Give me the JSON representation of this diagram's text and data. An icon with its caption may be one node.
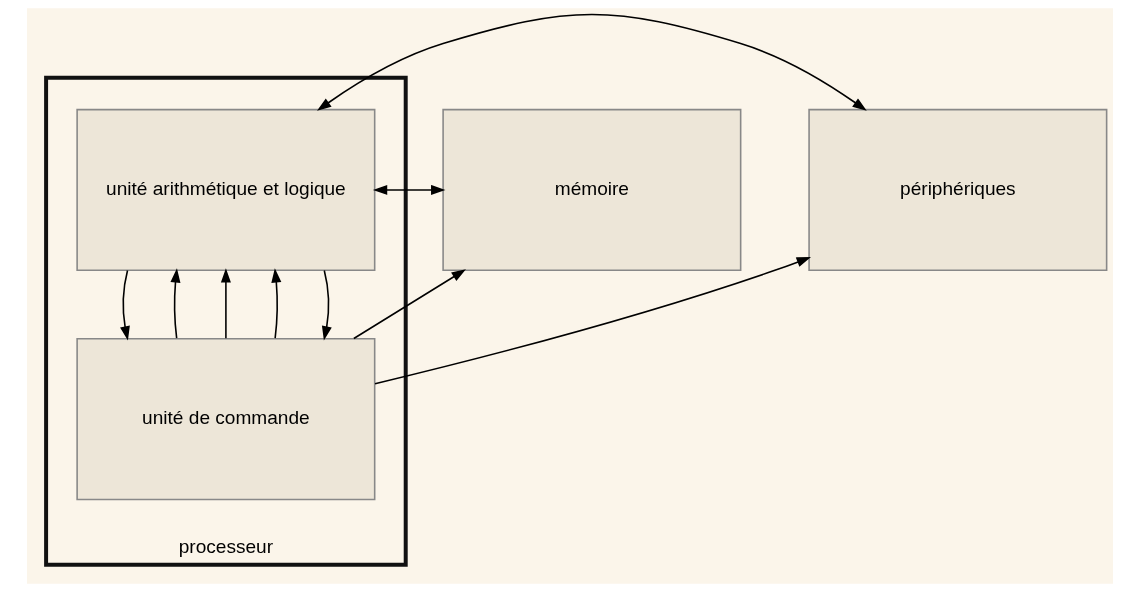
{
  "diagram": {
    "nodes": [
      {
        "text": [
          "processeur"
        ]
      },
      {
        "text": [
          "mémoire"
        ]
      },
      {
        "text": [
          "unité arithmétique et logique"
        ],
        "in": 0
      },
      {
        "text": [
          "périphériques"
        ]
      },
      {
        "text": [
          "unité de commande"
        ],
        "in": 0
      }
    ],
    "edges": [
      {
        "from": 1,
        "to": 2,
        "arrow": "both"
      },
      {
        "from": 2,
        "to": 3,
        "arrow": "both"
      },
      {
        "from": 4,
        "to": 2,
        "arrow": "to"
      },
      {
        "from": 4,
        "to": 2,
        "arrow": "to"
      },
      {
        "from": 4,
        "to": 2,
        "arrow": "to"
      },
      {
        "from": 2,
        "to": 4,
        "arrow": "to"
      },
      {
        "from": 2,
        "to": 4,
        "arrow": "to"
      },
      {
        "from": 4,
        "to": 1,
        "arrow": "to"
      },
      {
        "from": 4,
        "to": 3,
        "arrow": "to"
      }
    ]
  }
}
